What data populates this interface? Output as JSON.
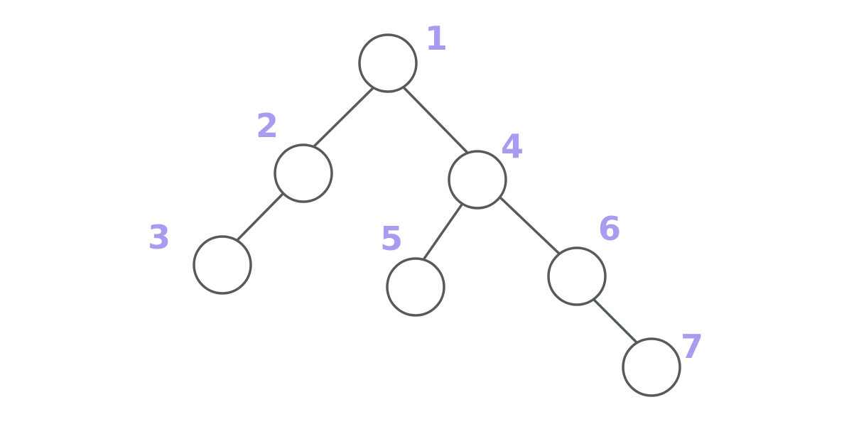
{
  "tree": {
    "nodes": [
      {
        "id": "n1",
        "label": "1"
      },
      {
        "id": "n2",
        "label": "2"
      },
      {
        "id": "n3",
        "label": "3"
      },
      {
        "id": "n4",
        "label": "4"
      },
      {
        "id": "n5",
        "label": "5"
      },
      {
        "id": "n6",
        "label": "6"
      },
      {
        "id": "n7",
        "label": "7"
      }
    ],
    "edges": [
      {
        "from": "n1",
        "to": "n2"
      },
      {
        "from": "n1",
        "to": "n4"
      },
      {
        "from": "n2",
        "to": "n3"
      },
      {
        "from": "n4",
        "to": "n5"
      },
      {
        "from": "n4",
        "to": "n6"
      },
      {
        "from": "n6",
        "to": "n7"
      }
    ],
    "colors": {
      "stroke": "#555a5d",
      "label": "#a99cf0",
      "node_fill": "#ffffff"
    }
  }
}
